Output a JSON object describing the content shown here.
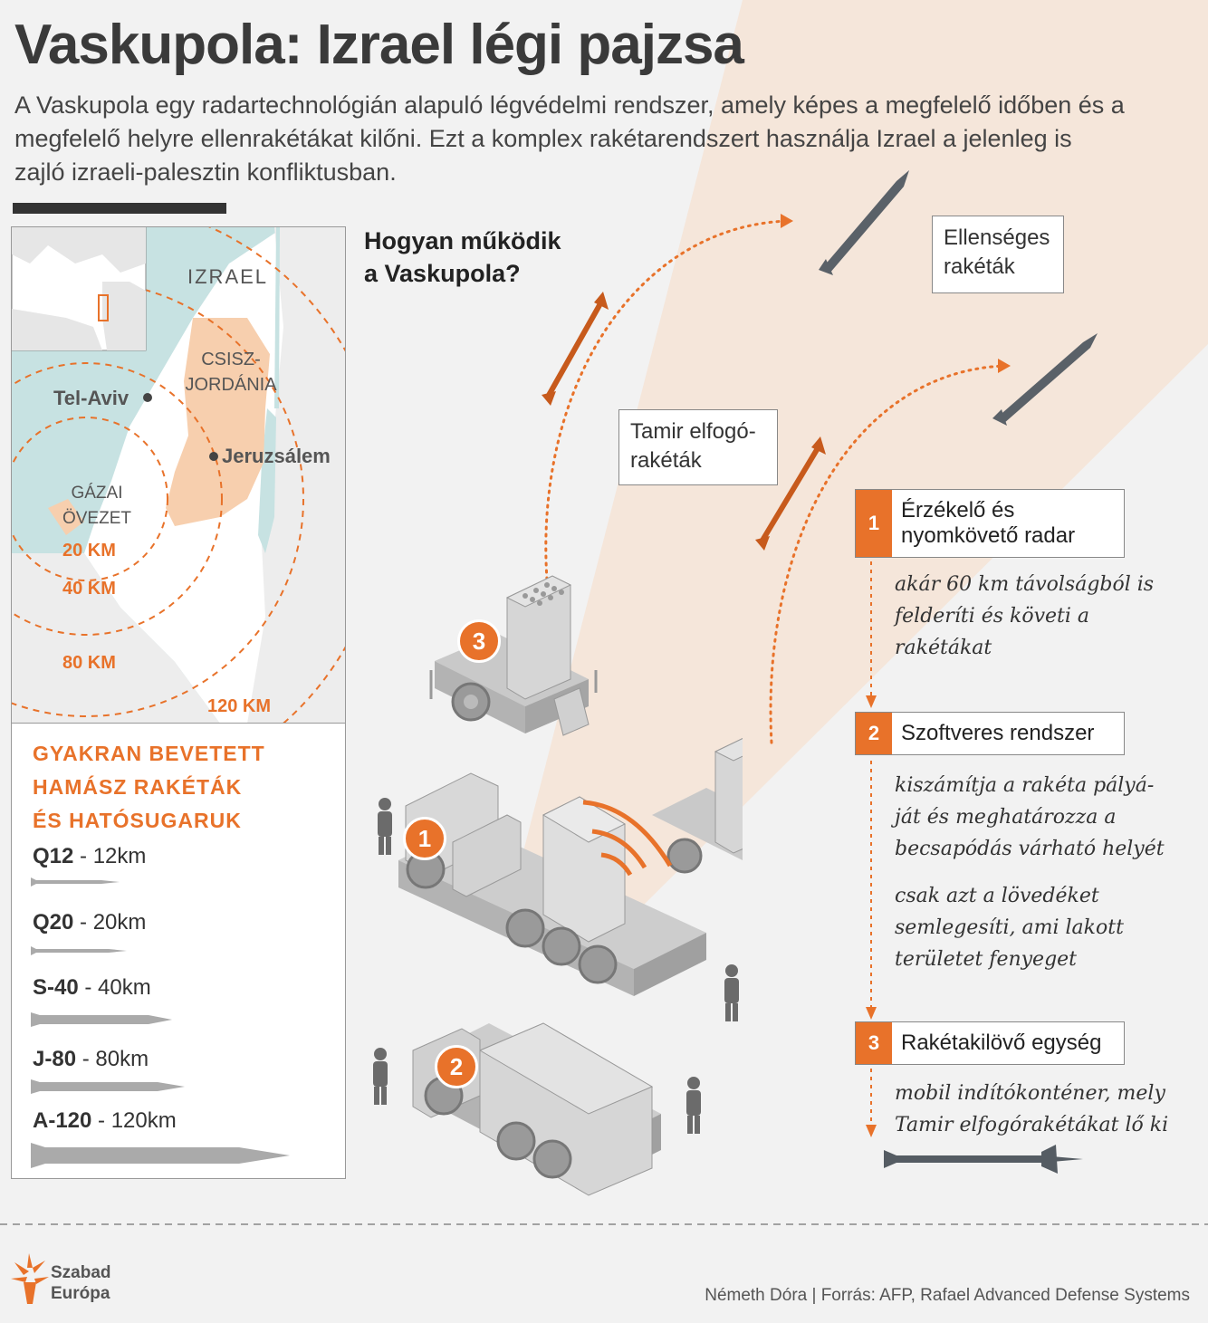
{
  "header": {
    "title": "Vaskupola: Izrael légi pajzsa",
    "intro": "A Vaskupola egy radartechnológián alapuló légvédelmi rendszer, amely képes a megfelelő időben és a megfelelő helyre ellenrakétákat kilőni. Ezt a komplex rakétarendszert használja Izrael a jelenleg is zajló izraeli-palesztin konfliktusban."
  },
  "how": {
    "title_line1": "Hogyan működik",
    "title_line2": "a Vaskupola?"
  },
  "labels": {
    "enemy_line1": "Ellenséges",
    "enemy_line2": "rakéták",
    "tamir_line1": "Tamir elfogó-",
    "tamir_line2": "rakéták"
  },
  "map": {
    "izrael": "Izrael",
    "csisz_line1": "Csisz-",
    "csisz_line2": "jordánia",
    "tel_aviv": "Tel-Aviv",
    "jeruzsalem": "Jeruzsálem",
    "gazai_line1": "Gázai",
    "gazai_line2": "övezet",
    "r20": "20 km",
    "r40": "40 km",
    "r80": "80 km",
    "r120": "120 km"
  },
  "legend": {
    "title_line1": "Gyakran bevetett",
    "title_line2": "Hamász rakéták",
    "title_line3": "és hatósugaruk",
    "rockets": [
      {
        "name": "Q12",
        "range": "12km"
      },
      {
        "name": "Q20",
        "range": "20km"
      },
      {
        "name": "S-40",
        "range": "40km"
      },
      {
        "name": "J-80",
        "range": "80km"
      },
      {
        "name": "A-120",
        "range": "120km"
      }
    ],
    "separator": " - "
  },
  "steps": [
    {
      "num": "1",
      "title_line1": "Érzékelő és",
      "title_line2": "nyomkövető radar",
      "desc": [
        "akár 60 km távolságból is",
        "felderíti és követi a",
        "rakétákat"
      ]
    },
    {
      "num": "2",
      "title_line1": "Szoftveres rendszer",
      "desc": [
        "kiszámítja a rakéta pályá-",
        "ját és meghatározza a",
        "becsapódás várható helyét"
      ],
      "desc2": [
        "csak azt a lövedéket",
        "semlegesíti, ami lakott",
        "területet fenyeget"
      ]
    },
    {
      "num": "3",
      "title_line1": "Rakétakilövő egység",
      "desc": [
        "mobil indítókonténer, mely",
        "Tamir elfogórakétákat lő ki"
      ]
    }
  ],
  "vehicle_badges": [
    "1",
    "2",
    "3"
  ],
  "footer": {
    "logo_line1": "Szabad",
    "logo_line2": "Európa",
    "credit": "Németh Dóra | Forrás: AFP, Rafael Advanced Defense Systems"
  },
  "colors": {
    "accent": "#e8722a",
    "dark": "#333333",
    "sea": "#c7e2e2",
    "territory": "#f7cfae"
  }
}
